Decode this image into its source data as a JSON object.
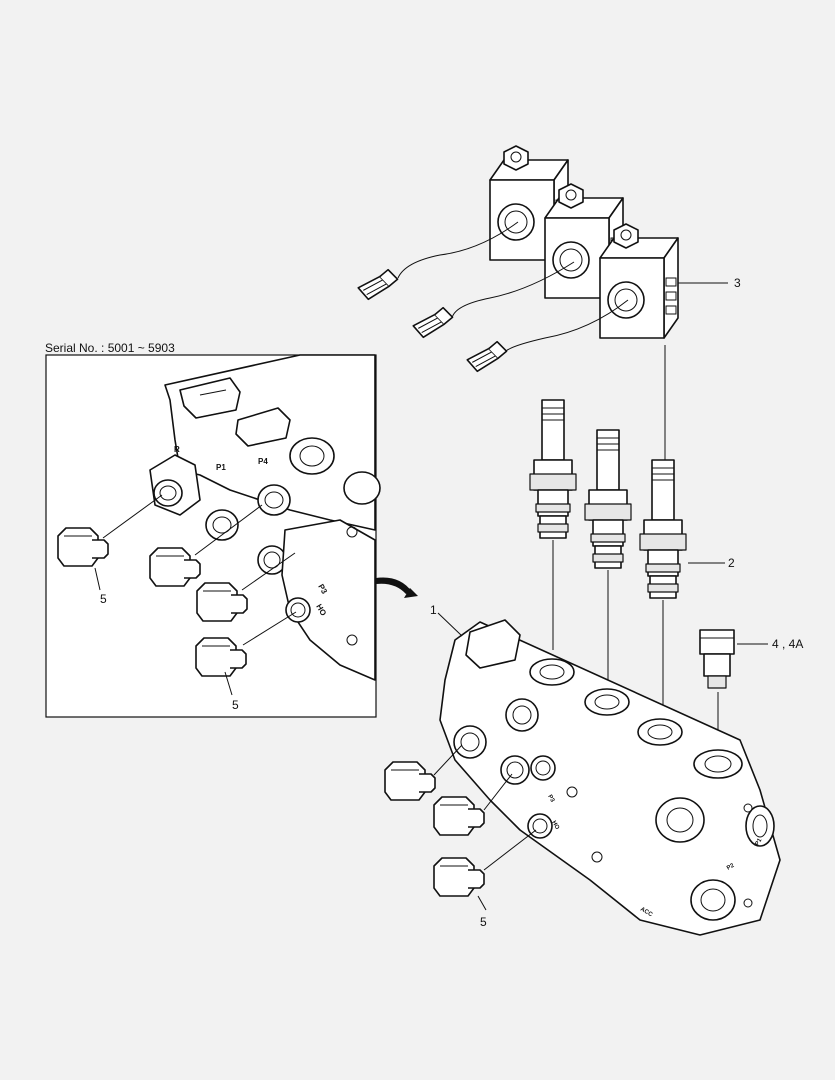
{
  "inset": {
    "serial_label": "Serial No. : 5001 ~ 5903",
    "port_labels": [
      "R",
      "P1",
      "P4",
      "P3",
      "HO"
    ]
  },
  "callouts": {
    "c1": "1",
    "c2": "2",
    "c3": "3",
    "c4": "4 , 4A",
    "c5_inset": "5",
    "c5_main": "5"
  },
  "main_port_labels": [
    "P3",
    "HO",
    "P2",
    "P1",
    "ACC"
  ],
  "colors": {
    "background": "#f2f2f2",
    "line": "#111111",
    "fill": "#ffffff"
  }
}
